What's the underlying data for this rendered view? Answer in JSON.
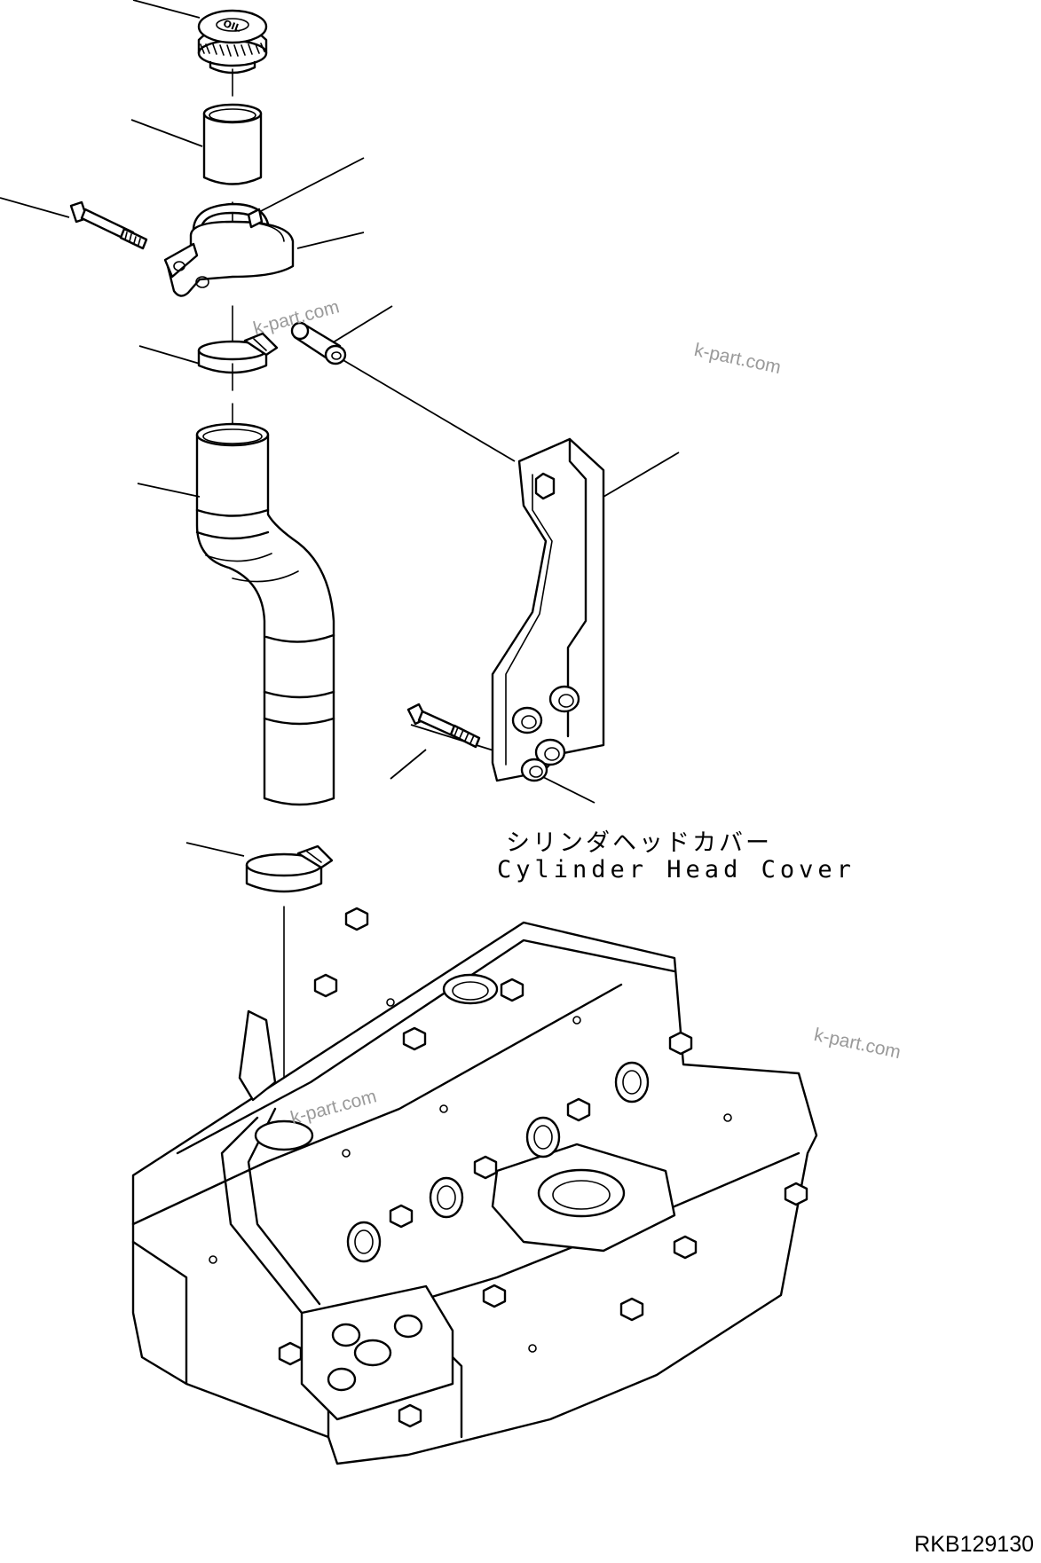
{
  "diagram": {
    "label_japanese": "シリンダヘッドカバー",
    "label_english": "Cylinder Head Cover",
    "drawing_number": "RKB129130",
    "watermark_text": "k-part.com",
    "cap_marking": "OIL",
    "icons": [
      "oil-filler-cap",
      "tube",
      "clamp",
      "bolt",
      "spacer",
      "band-clamp",
      "hose",
      "bracket",
      "engine-block"
    ]
  }
}
